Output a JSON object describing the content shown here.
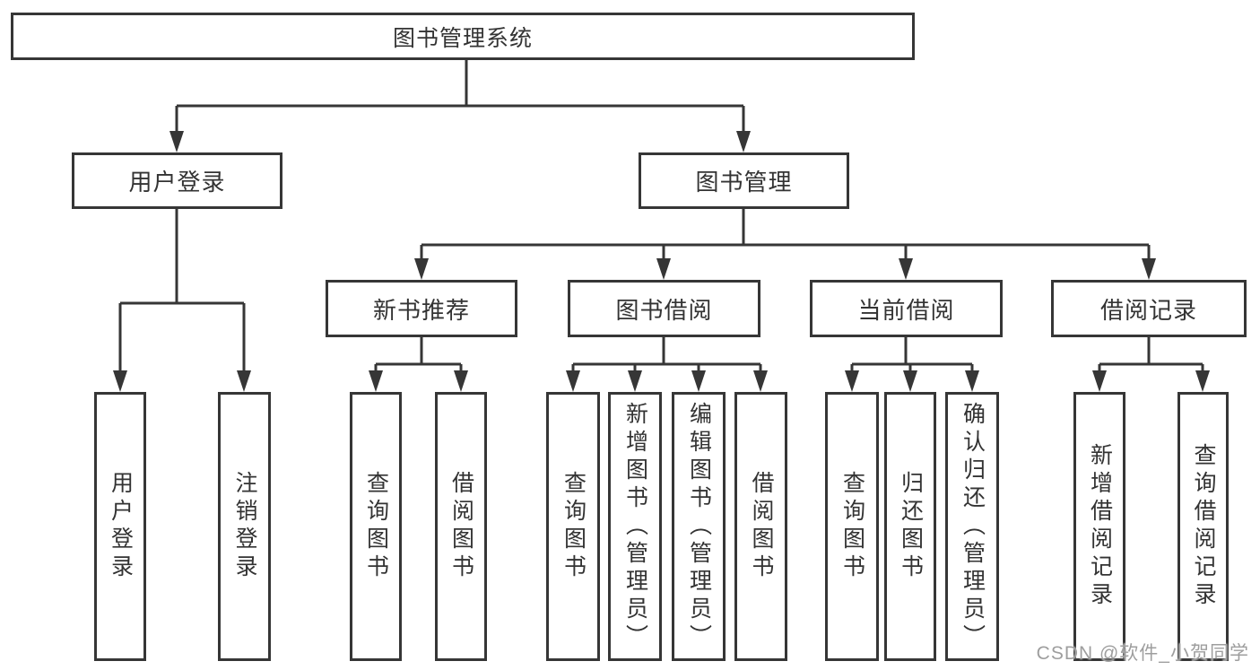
{
  "tree": {
    "label": "图书管理系统",
    "children": [
      {
        "label": "用户登录",
        "children": [
          {
            "label": "用户登录"
          },
          {
            "label": "注销登录"
          }
        ]
      },
      {
        "label": "图书管理",
        "children": [
          {
            "label": "新书推荐",
            "children": [
              {
                "label": "查询图书"
              },
              {
                "label": "借阅图书"
              }
            ]
          },
          {
            "label": "图书借阅",
            "children": [
              {
                "label": "查询图书"
              },
              {
                "label": "新增图书（管理员）"
              },
              {
                "label": "编辑图书（管理员）"
              },
              {
                "label": "借阅图书"
              }
            ]
          },
          {
            "label": "当前借阅",
            "children": [
              {
                "label": "查询图书"
              },
              {
                "label": "归还图书"
              },
              {
                "label": "确认归还（管理员）"
              }
            ]
          },
          {
            "label": "借阅记录",
            "children": [
              {
                "label": "新增借阅记录"
              },
              {
                "label": "查询借阅记录"
              }
            ]
          }
        ]
      }
    ]
  },
  "watermark": {
    "text": "CSDN @软件_小贺同学"
  },
  "colors": {
    "line": "#363636",
    "box_border": "#363636",
    "text": "#333333",
    "watermark": "#9e9e9e",
    "background": "#ffffff"
  }
}
